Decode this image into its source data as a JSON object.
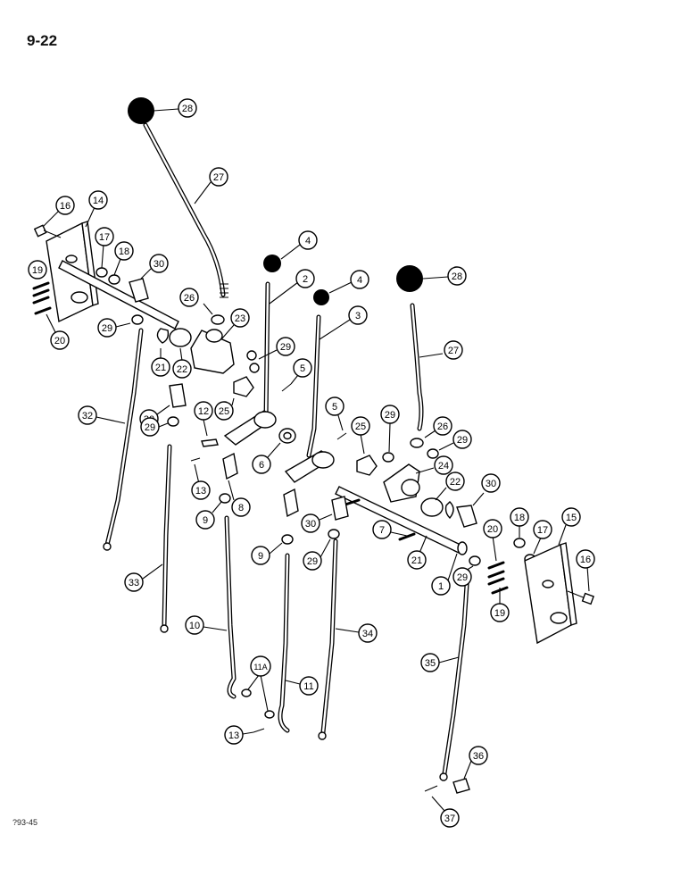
{
  "page": {
    "number": "9-22",
    "figure_code": "?93-45"
  },
  "callouts": [
    {
      "label": "28"
    },
    {
      "label": "27"
    },
    {
      "label": "16"
    },
    {
      "label": "14"
    },
    {
      "label": "17"
    },
    {
      "label": "18"
    },
    {
      "label": "30"
    },
    {
      "label": "19"
    },
    {
      "label": "20"
    },
    {
      "label": "29"
    },
    {
      "label": "26"
    },
    {
      "label": "21"
    },
    {
      "label": "22"
    },
    {
      "label": "23"
    },
    {
      "label": "4"
    },
    {
      "label": "2"
    },
    {
      "label": "4"
    },
    {
      "label": "3"
    },
    {
      "label": "28"
    },
    {
      "label": "27"
    },
    {
      "label": "29"
    },
    {
      "label": "5"
    },
    {
      "label": "25"
    },
    {
      "label": "32"
    },
    {
      "label": "30"
    },
    {
      "label": "12"
    },
    {
      "label": "29"
    },
    {
      "label": "6"
    },
    {
      "label": "5"
    },
    {
      "label": "25"
    },
    {
      "label": "29"
    },
    {
      "label": "26"
    },
    {
      "label": "29"
    },
    {
      "label": "24"
    },
    {
      "label": "13"
    },
    {
      "label": "22"
    },
    {
      "label": "30"
    },
    {
      "label": "8"
    },
    {
      "label": "9"
    },
    {
      "label": "30"
    },
    {
      "label": "18"
    },
    {
      "label": "15"
    },
    {
      "label": "7"
    },
    {
      "label": "20"
    },
    {
      "label": "17"
    },
    {
      "label": "9"
    },
    {
      "label": "29"
    },
    {
      "label": "21"
    },
    {
      "label": "1"
    },
    {
      "label": "29"
    },
    {
      "label": "16"
    },
    {
      "label": "33"
    },
    {
      "label": "19"
    },
    {
      "label": "10"
    },
    {
      "label": "34"
    },
    {
      "label": "11A"
    },
    {
      "label": "35"
    },
    {
      "label": "11"
    },
    {
      "label": "13"
    },
    {
      "label": "36"
    },
    {
      "label": "37"
    }
  ]
}
